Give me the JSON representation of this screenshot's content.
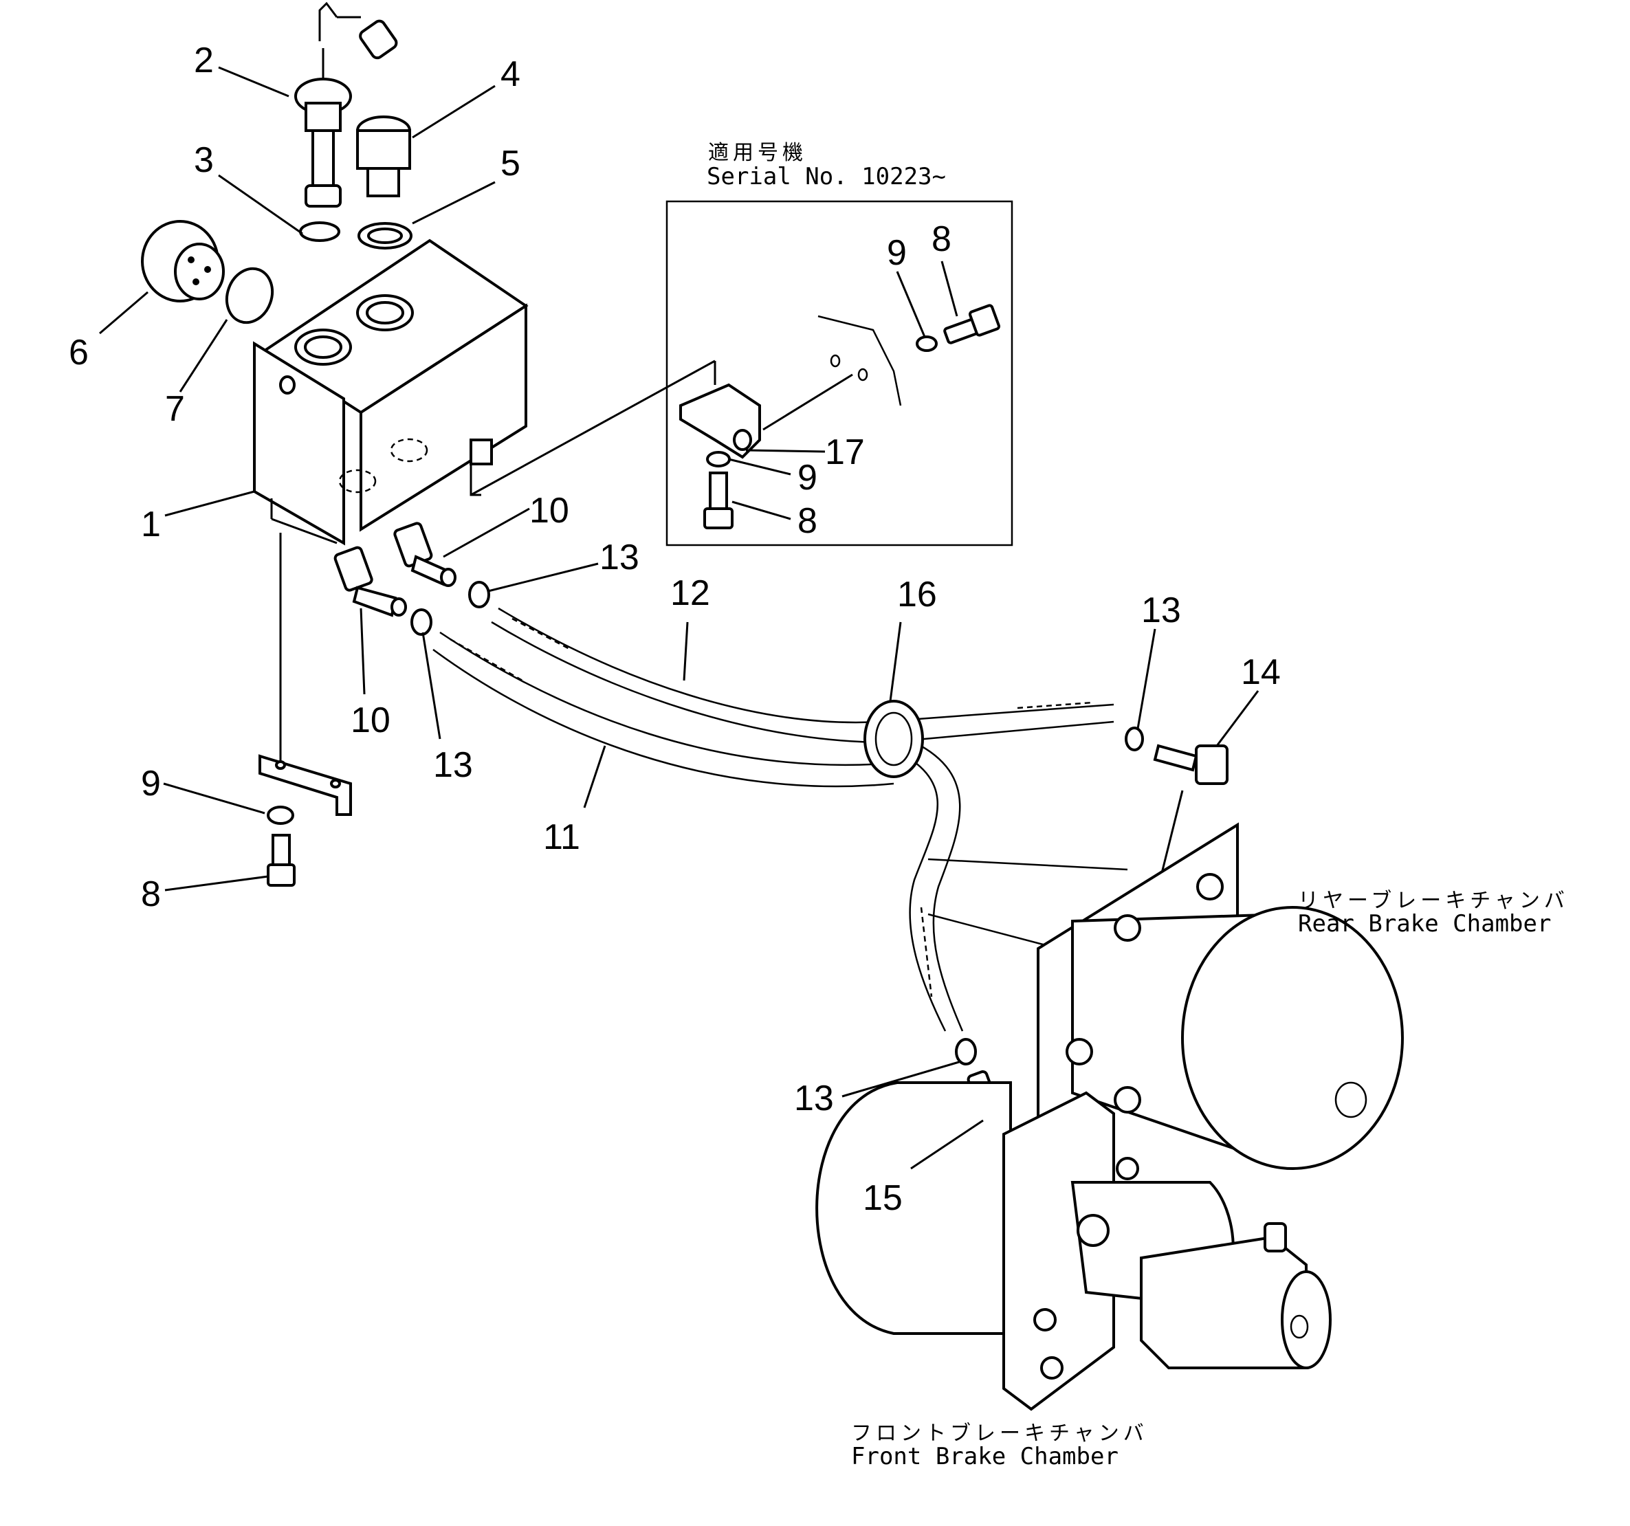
{
  "inset": {
    "serial_jp": "適用号機",
    "serial_label": "Serial  No. 10223~"
  },
  "captions": {
    "rear_jp": "リヤーブレーキチャンバ",
    "rear_en": "Rear  Brake  Chamber",
    "front_jp": "フロントブレーキチャンバ",
    "front_en": "Front  Brake  Chamber"
  },
  "callouts": [
    "1",
    "2",
    "3",
    "4",
    "5",
    "6",
    "7",
    "8",
    "9",
    "10",
    "10",
    "11",
    "12",
    "13",
    "13",
    "13",
    "13",
    "14",
    "15",
    "16",
    "8",
    "9",
    "8",
    "9",
    "17"
  ]
}
